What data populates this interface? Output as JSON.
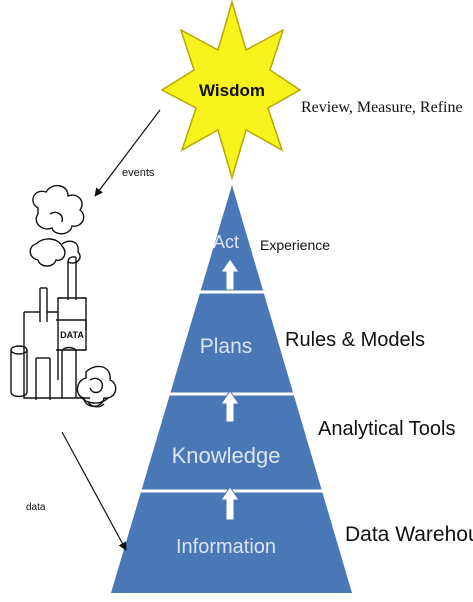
{
  "diagram": {
    "wisdom": {
      "label": "Wisdom",
      "note": "Review, Measure, Refine"
    },
    "levels": [
      {
        "label": "Act",
        "description": "Experience"
      },
      {
        "label": "Plans",
        "description": "Rules & Models"
      },
      {
        "label": "Knowledge",
        "description": "Analytical Tools"
      },
      {
        "label": "Information",
        "description": "Data Warehouse"
      }
    ],
    "factory": {
      "sign": "DATA"
    },
    "arrows": {
      "events": "events",
      "data": "data"
    },
    "colors": {
      "pyramid": "#4a77b6",
      "pyramid_line": "#ffffff",
      "level_text": "#dbe6f3",
      "star_fill": "#f7f21c",
      "star_stroke": "#b9a800",
      "ink": "#111111"
    }
  }
}
